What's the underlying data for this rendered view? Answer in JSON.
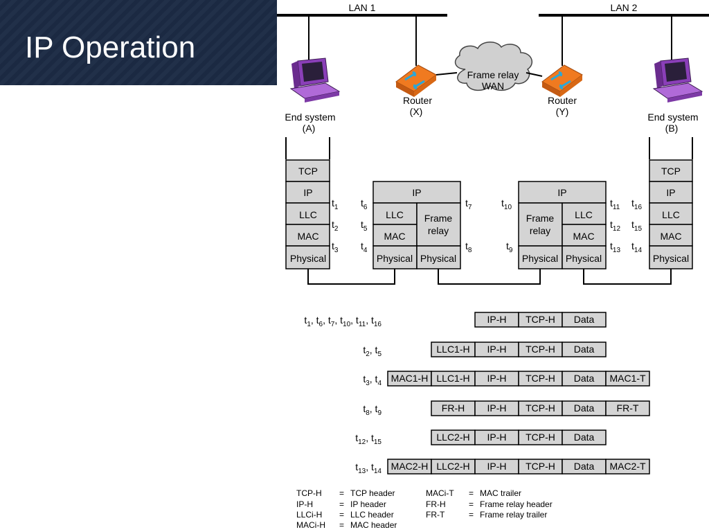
{
  "slide": {
    "title": "IP Operation"
  },
  "network": {
    "lan1": "LAN 1",
    "lan2": "LAN 2",
    "wan_line1": "Frame relay",
    "wan_line2": "WAN",
    "router_x": {
      "name": "Router",
      "id": "(X)"
    },
    "router_y": {
      "name": "Router",
      "id": "(Y)"
    },
    "end_a": {
      "name": "End system",
      "id": "(A)"
    },
    "end_b": {
      "name": "End system",
      "id": "(B)"
    }
  },
  "stacks": {
    "end_a": [
      "TCP",
      "IP",
      "LLC",
      "MAC",
      "Physical"
    ],
    "end_b": [
      "TCP",
      "IP",
      "LLC",
      "MAC",
      "Physical"
    ],
    "router_x": {
      "top": "IP",
      "left": [
        "LLC",
        "MAC",
        "Physical"
      ],
      "right_line1": "Frame",
      "right_line2": "relay",
      "right_bottom": "Physical"
    },
    "router_y": {
      "top": "IP",
      "left_line1": "Frame",
      "left_line2": "relay",
      "left_bottom": "Physical",
      "right": [
        "LLC",
        "MAC",
        "Physical"
      ]
    }
  },
  "time_points": {
    "t1": "t1",
    "t2": "t2",
    "t3": "t3",
    "t4": "t4",
    "t5": "t5",
    "t6": "t6",
    "t7": "t7",
    "t8": "t8",
    "t9": "t9",
    "t10": "t10",
    "t11": "t11",
    "t12": "t12",
    "t13": "t13",
    "t14": "t14",
    "t15": "t15",
    "t16": "t16"
  },
  "frames": [
    {
      "times": [
        "1",
        "6",
        "7",
        "10",
        "11",
        "16"
      ],
      "fields": [
        "IP-H",
        "TCP-H",
        "Data"
      ]
    },
    {
      "times": [
        "2",
        "5"
      ],
      "fields": [
        "LLC1-H",
        "IP-H",
        "TCP-H",
        "Data"
      ]
    },
    {
      "times": [
        "3",
        "4"
      ],
      "fields": [
        "MAC1-H",
        "LLC1-H",
        "IP-H",
        "TCP-H",
        "Data",
        "MAC1-T"
      ]
    },
    {
      "times": [
        "8",
        "9"
      ],
      "fields": [
        "FR-H",
        "IP-H",
        "TCP-H",
        "Data",
        "FR-T"
      ]
    },
    {
      "times": [
        "12",
        "15"
      ],
      "fields": [
        "LLC2-H",
        "IP-H",
        "TCP-H",
        "Data"
      ]
    },
    {
      "times": [
        "13",
        "14"
      ],
      "fields": [
        "MAC2-H",
        "LLC2-H",
        "IP-H",
        "TCP-H",
        "Data",
        "MAC2-T"
      ]
    }
  ],
  "legend": [
    {
      "abbr": "TCP-H",
      "eq": "=",
      "meaning": "TCP header"
    },
    {
      "abbr": "IP-H",
      "eq": "=",
      "meaning": "IP header"
    },
    {
      "abbr": "LLCi-H",
      "eq": "=",
      "meaning": "LLC header"
    },
    {
      "abbr": "MACi-H",
      "eq": "=",
      "meaning": "MAC header"
    },
    {
      "abbr": "MACi-T",
      "eq": "=",
      "meaning": "MAC trailer"
    },
    {
      "abbr": "FR-H",
      "eq": "=",
      "meaning": "Frame relay header"
    },
    {
      "abbr": "FR-T",
      "eq": "=",
      "meaning": "Frame relay trailer"
    }
  ],
  "colors": {
    "title_bg": "#1c2b45",
    "layer_fill": "#d4d4d4",
    "router_orange": "#f07a20",
    "router_blue": "#2aa7d8",
    "computer_purple": "#9b4fc4"
  }
}
